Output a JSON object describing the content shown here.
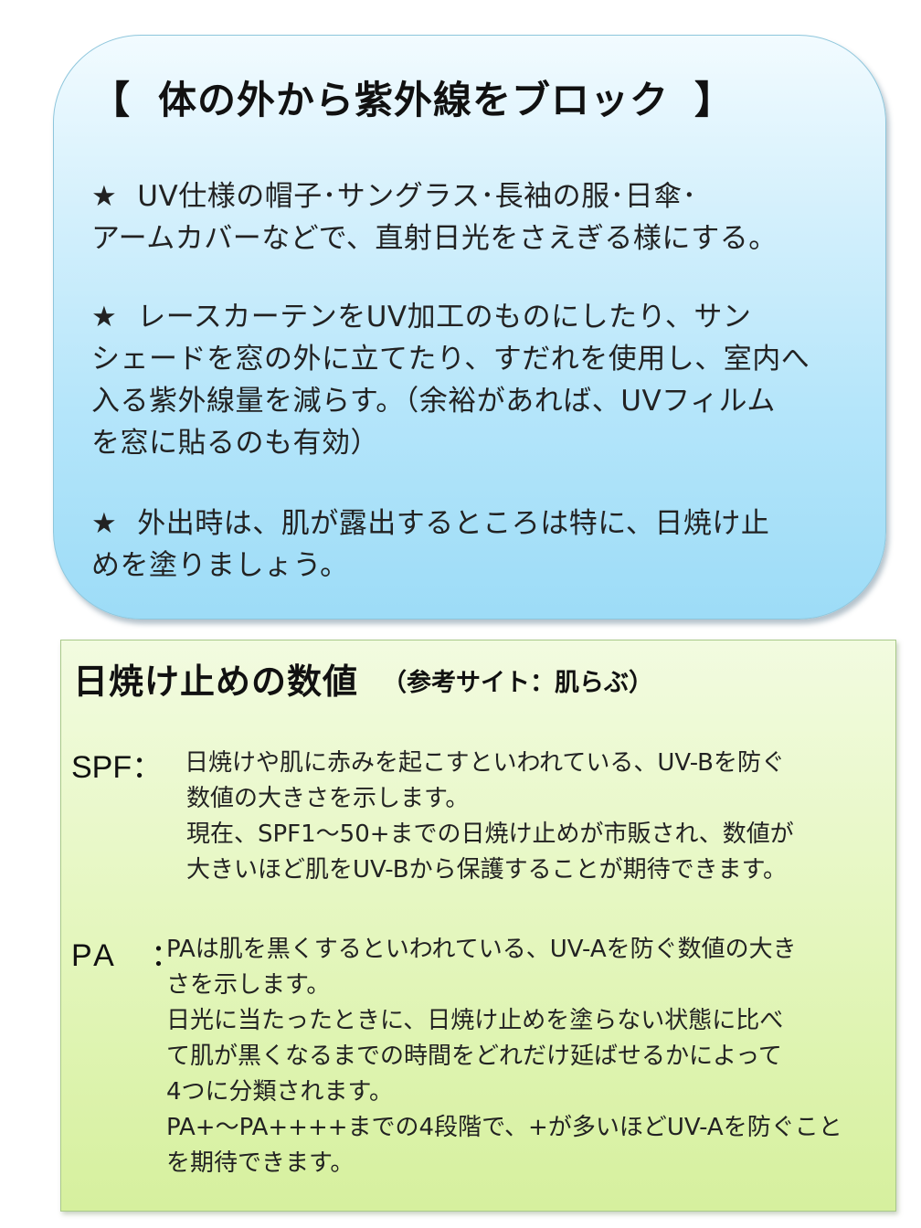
{
  "uv_block": {
    "title_open": "【",
    "title_text": "体の外から紫外線をブロック",
    "title_close": "】",
    "items": [
      {
        "star": "★",
        "lines": [
          "UV仕様の帽子･サングラス･長袖の服･日傘･",
          "アームカバーなどで、直射日光をさえぎる様にする。"
        ]
      },
      {
        "star": "★",
        "lines": [
          "レースカーテンをUV加工のものにしたり、サン",
          "シェードを窓の外に立てたり、すだれを使用し、室内へ",
          "入る紫外線量を減らす。（余裕があれば、UVフィルム",
          "を窓に貼るのも有効）"
        ]
      },
      {
        "star": "★",
        "lines": [
          "外出時は、肌が露出するところは特に、日焼け止",
          "めを塗りましょう。"
        ]
      }
    ]
  },
  "sunscreen": {
    "title": "日焼け止めの数値",
    "reference": "（参考サイト：肌らぶ）",
    "spf": {
      "label": "SPF：",
      "lines": [
        "日焼けや肌に赤みを起こすといわれている、UV-Bを防ぐ",
        "数値の大きさを示します。",
        "現在、SPF1～50+までの日焼け止めが市販され、数値が",
        "大きいほど肌をUV-Bから保護することが期待できます。"
      ]
    },
    "pa": {
      "label": "PA　：",
      "lines": [
        "PAは肌を黒くするといわれている、UV-Aを防ぐ数値の大き",
        "さを示します。",
        "日光に当たったときに、日焼け止めを塗らない状態に比べ",
        "て肌が黒くなるまでの時間をどれだけ延ばせるかによって",
        "4つに分類されます。",
        "PA+～PA++++までの4段階で、+が多いほどUV-Aを防ぐこと",
        "を期待できます。"
      ]
    }
  }
}
